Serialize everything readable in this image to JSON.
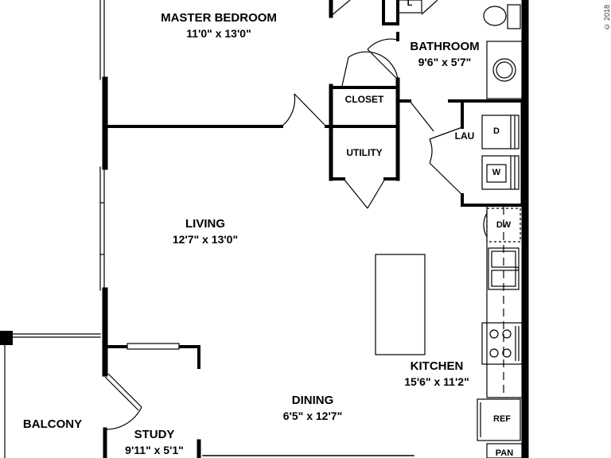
{
  "rooms": {
    "master_bedroom": {
      "name": "MASTER BEDROOM",
      "dim": "11'0\" x 13'0\""
    },
    "bathroom": {
      "name": "BATHROOM",
      "dim": "9'6\" x 5'7\""
    },
    "living": {
      "name": "LIVING",
      "dim": "12'7\" x 13'0\""
    },
    "kitchen": {
      "name": "KITCHEN",
      "dim": "15'6\" x 11'2\""
    },
    "dining": {
      "name": "DINING",
      "dim": "6'5\" x 12'7\""
    },
    "study": {
      "name": "STUDY",
      "dim": "9'11\" x 5'1\""
    },
    "balcony": {
      "name": "BALCONY"
    }
  },
  "small_rooms": {
    "closet": "CLOSET",
    "utility": "UTILITY",
    "laundry": "LAU",
    "linen": "L"
  },
  "fixtures": {
    "dryer": "D",
    "washer": "W",
    "dishwasher": "DW",
    "refrigerator": "REF",
    "pantry": "PAN"
  },
  "copyright": "© 2018"
}
